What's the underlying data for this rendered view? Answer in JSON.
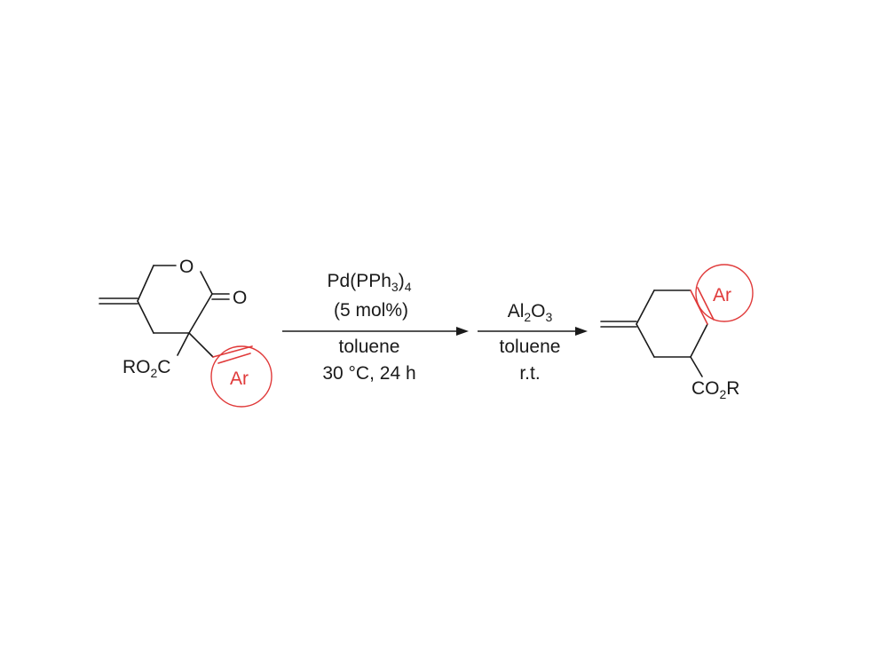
{
  "colors": {
    "ink": "#1a1a1a",
    "highlight": "#e03a3a",
    "background": "#ffffff"
  },
  "starting_material": {
    "ring_oxygen": "O",
    "carbonyl_oxygen": "O",
    "ester_label": {
      "pre": "RO",
      "sub": "2",
      "post": "C"
    },
    "aryl_label": "Ar"
  },
  "step1": {
    "catalyst": {
      "pre": "Pd(PPh",
      "sub1": "3",
      "mid": ")",
      "sub2": "4"
    },
    "loading": "(5 mol%)",
    "solvent": "toluene",
    "conditions": "30 °C, 24 h"
  },
  "step2": {
    "reagent": {
      "pre": "Al",
      "sub1": "2",
      "mid": "O",
      "sub2": "3"
    },
    "solvent": "toluene",
    "conditions": "r.t."
  },
  "product": {
    "aryl_label": "Ar",
    "ester_label": {
      "pre": "CO",
      "sub": "2",
      "post": "R"
    }
  }
}
